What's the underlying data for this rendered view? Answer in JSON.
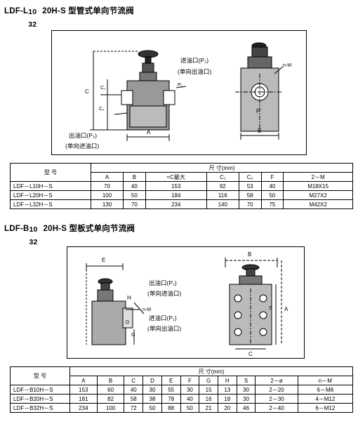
{
  "section1": {
    "title_prefix": "LDF-L",
    "superscript": "10",
    "title_rest": "20H-S 型管式单向节流阀",
    "subscript": "32",
    "labels": {
      "inlet": "进油口(P₂)",
      "inlet_sub": "(单向出油口)",
      "outlet": "出油口(P₂)",
      "outlet_sub": "(单向进油口)",
      "p1": "P₁",
      "nm": "n-M",
      "dimC": "C",
      "dimC1": "C₁",
      "dimC2": "C₂",
      "dimA": "A",
      "dimB": "B",
      "dimF": "F"
    },
    "table": {
      "col_model": "型    号",
      "dim_header": "尺          寸(mm)",
      "columns": [
        "A",
        "B",
        "≈C最大",
        "C₁",
        "C₂",
        "F",
        "2－M"
      ],
      "rows": [
        {
          "model": "LDF－L10H－S",
          "values": [
            "70",
            "40",
            "153",
            "92",
            "53",
            "40",
            "M18X15"
          ]
        },
        {
          "model": "LDF－L20H－S",
          "values": [
            "100",
            "50",
            "184",
            "116",
            "58",
            "50",
            "M27X2"
          ]
        },
        {
          "model": "LDF－L32H－S",
          "values": [
            "130",
            "70",
            "234",
            "140",
            "70",
            "75",
            "M42X2"
          ]
        }
      ]
    }
  },
  "section2": {
    "title_prefix": "LDF-B",
    "superscript": "10",
    "title_rest": "20H-S 型板式单向节流阀",
    "subscript": "32",
    "labels": {
      "outlet": "出油口(P₁)",
      "outlet_sub": "(单向进油口)",
      "inlet": "进油口(P₁)",
      "inlet_sub": "(单向出油口)",
      "nm": "n-M",
      "dimE": "E",
      "dimH": "H",
      "dimD": "D",
      "dimG": "G",
      "dimB": "B",
      "dimA": "A",
      "dimC": "C",
      "dimS": "S"
    },
    "table": {
      "col_model": "型    号",
      "dim_header": "尺          寸(mm)",
      "columns": [
        "A",
        "B",
        "C",
        "D",
        "E",
        "F",
        "G",
        "H",
        "S",
        "2－ø",
        "n－M"
      ],
      "rows": [
        {
          "model": "LDF－B10H－S",
          "values": [
            "153",
            "60",
            "40",
            "30",
            "55",
            "30",
            "15",
            "13",
            "30",
            "2－20",
            "6－M8"
          ]
        },
        {
          "model": "LDF－B20H－S",
          "values": [
            "181",
            "82",
            "58",
            "38",
            "78",
            "40",
            "16",
            "18",
            "30",
            "2－30",
            "4－M12"
          ]
        },
        {
          "model": "LDF－B32H－S",
          "values": [
            "234",
            "100",
            "72",
            "50",
            "88",
            "50",
            "21",
            "20",
            "46",
            "2－40",
            "6－M12"
          ]
        }
      ]
    }
  }
}
